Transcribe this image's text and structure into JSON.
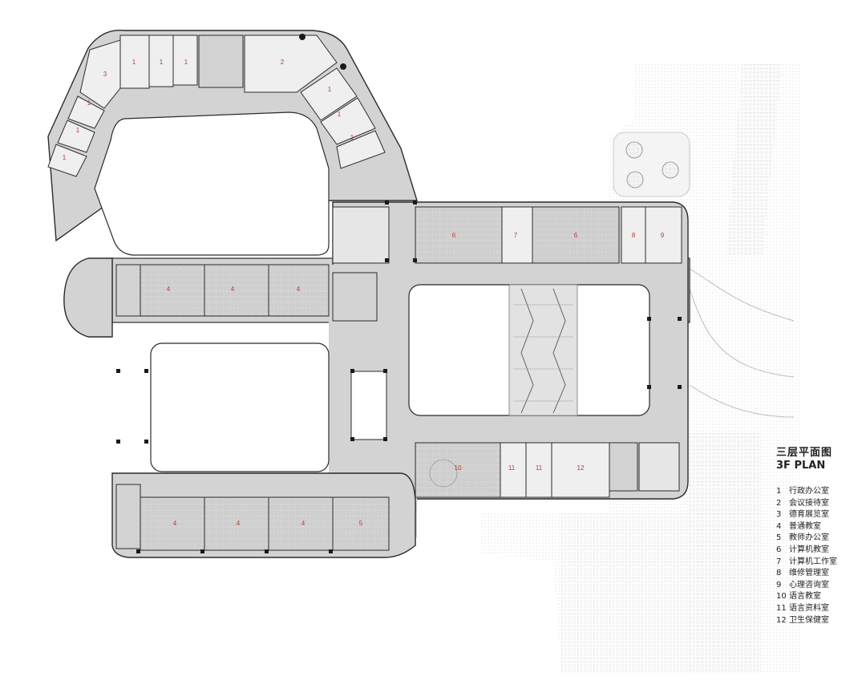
{
  "title_cn": "三层平面图",
  "title_en": "3F PLAN",
  "legend": [
    {
      "num": "1",
      "name": "行政办公室"
    },
    {
      "num": "2",
      "name": "会议接待室"
    },
    {
      "num": "3",
      "name": "德育展览室"
    },
    {
      "num": "4",
      "name": "普通教室"
    },
    {
      "num": "5",
      "name": "教师办公室"
    },
    {
      "num": "6",
      "name": "计算机教室"
    },
    {
      "num": "7",
      "name": "计算机工作室"
    },
    {
      "num": "8",
      "name": "维修管理室"
    },
    {
      "num": "9",
      "name": "心理咨询室"
    },
    {
      "num": "10",
      "name": "语言教室"
    },
    {
      "num": "11",
      "name": "语言资料室"
    },
    {
      "num": "12",
      "name": "卫生保健室"
    }
  ],
  "room_labels": [
    "1",
    "3",
    "1",
    "1",
    "2",
    "1",
    "1",
    "1",
    "1",
    "1",
    "1",
    "6",
    "7",
    "6",
    "8",
    "9",
    "4",
    "4",
    "4",
    "10",
    "11",
    "11",
    "12",
    "4",
    "4",
    "4",
    "5"
  ],
  "colors": {
    "wall": "#2b2b2b",
    "corridor": "#d3d3d3",
    "room": "#efefef",
    "label": "#c0392b",
    "site": "#b5b5b5"
  }
}
